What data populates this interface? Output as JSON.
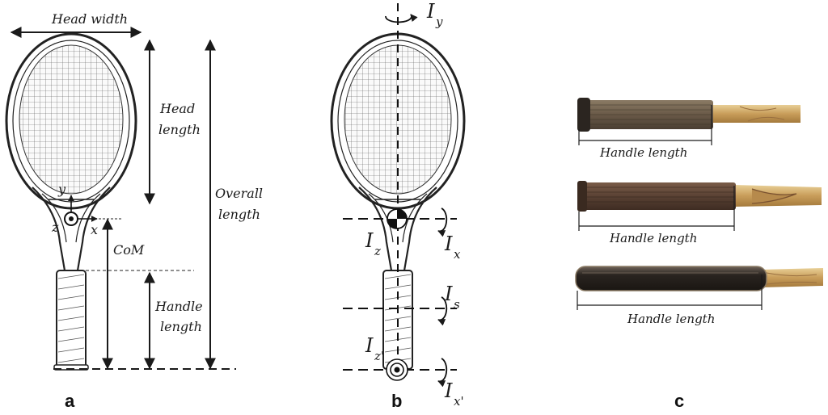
{
  "panels": {
    "a": {
      "label": "a",
      "head_width": "Head width",
      "head_length_line1": "Head",
      "head_length_line2": "length",
      "overall_length_line1": "Overall",
      "overall_length_line2": "length",
      "com": "CoM",
      "handle_length_line1": "Handle",
      "handle_length_line2": "length",
      "axis_x": "x",
      "axis_y": "y",
      "axis_z": "z"
    },
    "b": {
      "label": "b",
      "iy_main": "I",
      "iy_sub": "y",
      "iz_main": "I",
      "iz_sub": "z",
      "ix_main": "I",
      "ix_sub": "x",
      "is_main": "I",
      "is_sub": "s",
      "izp_main": "I",
      "izp_sub": "z'",
      "ixp_main": "I",
      "ixp_sub": "x'"
    },
    "c": {
      "label": "c",
      "handle_length_1": "Handle length",
      "handle_length_2": "Handle length",
      "handle_length_3": "Handle length"
    }
  },
  "colors": {
    "ink": "#1a1a1a",
    "wood": "#c9a86a",
    "grip_dark": "#5a4a3a",
    "grip_brown": "#6b5444",
    "grip_black": "#2a2420"
  }
}
